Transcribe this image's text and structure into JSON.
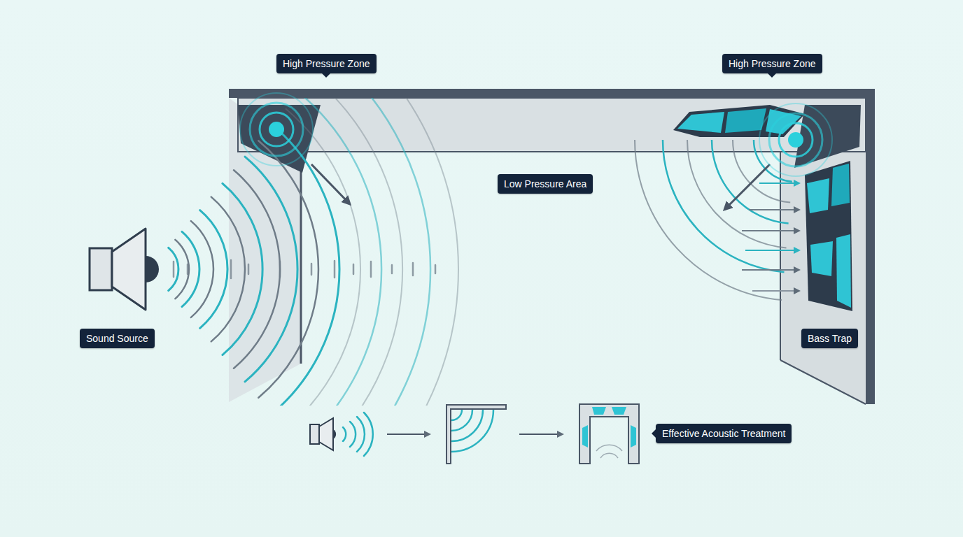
{
  "diagram": {
    "nodes": [
      {
        "text": [
          "High Pressure Zone"
        ]
      },
      {
        "text": [
          "High Pressure Zone"
        ]
      },
      {
        "text": [
          "Low Pressure Area"
        ]
      },
      {
        "text": [
          "Sound Source"
        ]
      },
      {
        "text": [
          "Bass Trap"
        ]
      },
      {
        "text": [
          "Effective Acoustic Treatment"
        ]
      }
    ]
  }
}
